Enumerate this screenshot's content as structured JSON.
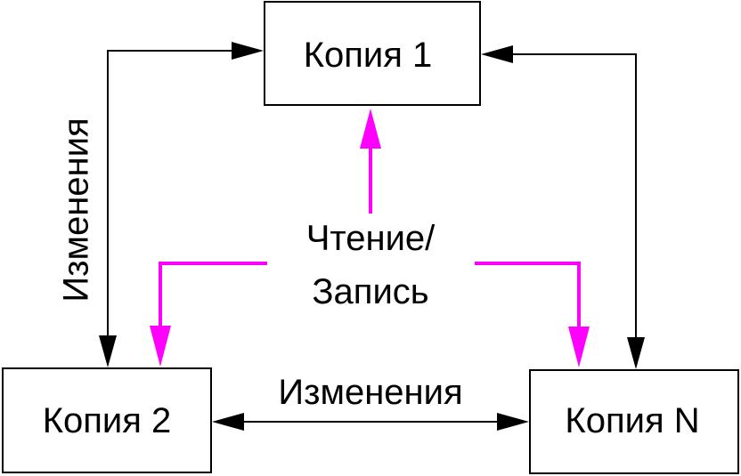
{
  "nodes": {
    "replica1": "Копия 1",
    "replica2": "Копия 2",
    "replicaN": "Копия N"
  },
  "labels": {
    "changes_left": "Изменения",
    "changes_bottom": "Изменения",
    "read_write_line1": "Чтение/",
    "read_write_line2": "Запись"
  },
  "colors": {
    "sync_arrows": "#000000",
    "read_write_arrows": "#ff00ff"
  }
}
